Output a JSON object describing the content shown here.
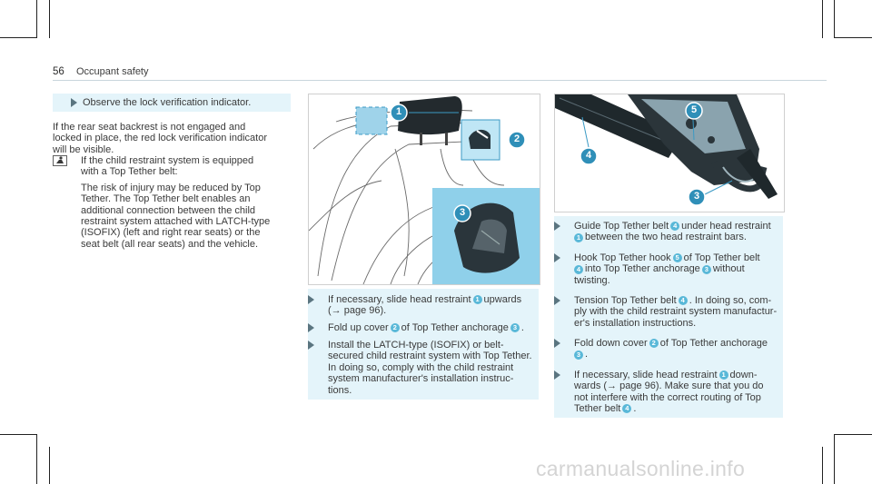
{
  "header": {
    "page_number": "56",
    "section_title": "Occupant safety"
  },
  "left": {
    "observe": "Observe the lock verification indicator.",
    "para1_l1": "If the rear seat backrest is not engaged and",
    "para1_l2": "locked in place, the red lock verification indicator",
    "para1_l3": "will be visible.",
    "child_icon": "child-seat-icon",
    "child_l1": "If the child restraint system is equipped",
    "child_l2": "with a Top Tether belt:",
    "child_p_l1": "The risk of injury may be reduced by Top",
    "child_p_l2": "Tether. The Top Tether belt enables an",
    "child_p_l3": "additional connection between the child",
    "child_p_l4": "restraint system attached with LATCH-type",
    "child_p_l5": "(ISOFIX) (left and right rear seats) or the",
    "child_p_l6": "seat belt (all rear seats) and the vehicle."
  },
  "fig1": {
    "n1": "1",
    "n2": "2",
    "n3": "3"
  },
  "fig2": {
    "n4": "4",
    "n5": "5",
    "n3": "3"
  },
  "middle": {
    "s1_l1a": "If necessary, slide head restraint",
    "s1_n": "1",
    "s1_l1b": "upwards",
    "s1_l2": "(→ page 96).",
    "s2_a": "Fold up cover",
    "s2_n1": "2",
    "s2_b": "of Top Tether anchorage",
    "s2_n2": "3",
    "s2_c": ".",
    "s3_l1": "Install the LATCH-type (ISOFIX) or belt-",
    "s3_l2": "secured child restraint system with Top Tether.",
    "s3_l3": "In doing so, comply with the child restraint",
    "s3_l4": "system manufacturer's installation instruc-",
    "s3_l5": "tions."
  },
  "right": {
    "r1_a": "Guide Top Tether belt",
    "r1_n1": "4",
    "r1_b": "under head restraint",
    "r1_n2": "1",
    "r1_c": "between the two head restraint bars.",
    "r2_a": "Hook Top Tether hook",
    "r2_n1": "5",
    "r2_b": "of Top Tether belt",
    "r2_n2": "4",
    "r2_c": "into Top Tether anchorage",
    "r2_n3": "3",
    "r2_d": "without",
    "r2_e": "twisting.",
    "r3_a": "Tension Top Tether belt",
    "r3_n": "4",
    "r3_b": ". In doing so, com-",
    "r3_l2": "ply with the child restraint system manufactur-",
    "r3_l3": "er's installation instructions.",
    "r4_a": "Fold down cover",
    "r4_n1": "2",
    "r4_b": "of Top Tether anchorage",
    "r4_n2": "3",
    "r4_c": ".",
    "r5_a": "If necessary, slide head restraint",
    "r5_n": "1",
    "r5_b": "down-",
    "r5_l2": "wards (→ page 96). Make sure that you do",
    "r5_l3": "not interfere with the correct routing of Top",
    "r5_l4a": "Tether belt",
    "r5_n2": "4",
    "r5_l4b": "."
  },
  "watermark": "carmanualsonline.info"
}
